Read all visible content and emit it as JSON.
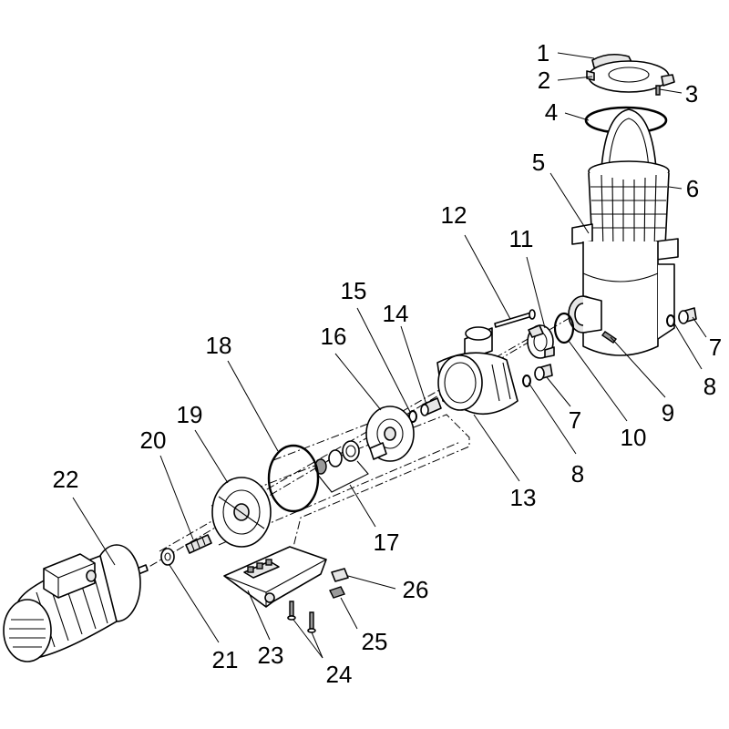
{
  "diagram": {
    "colors": {
      "line": "#000000",
      "fill": "#ffffff",
      "shade": "#e6e6e6",
      "dark": "#9a9a9a"
    },
    "callouts": [
      {
        "id": "c1",
        "label": "1"
      },
      {
        "id": "c2",
        "label": "2"
      },
      {
        "id": "c3",
        "label": "3"
      },
      {
        "id": "c4",
        "label": "4"
      },
      {
        "id": "c5",
        "label": "5"
      },
      {
        "id": "c6",
        "label": "6"
      },
      {
        "id": "c7a",
        "label": "7"
      },
      {
        "id": "c8a",
        "label": "8"
      },
      {
        "id": "c9",
        "label": "9"
      },
      {
        "id": "c10",
        "label": "10"
      },
      {
        "id": "c11",
        "label": "11"
      },
      {
        "id": "c12",
        "label": "12"
      },
      {
        "id": "c7b",
        "label": "7"
      },
      {
        "id": "c8b",
        "label": "8"
      },
      {
        "id": "c13",
        "label": "13"
      },
      {
        "id": "c14",
        "label": "14"
      },
      {
        "id": "c15",
        "label": "15"
      },
      {
        "id": "c16",
        "label": "16"
      },
      {
        "id": "c17",
        "label": "17"
      },
      {
        "id": "c18",
        "label": "18"
      },
      {
        "id": "c19",
        "label": "19"
      },
      {
        "id": "c20",
        "label": "20"
      },
      {
        "id": "c21",
        "label": "21"
      },
      {
        "id": "c22",
        "label": "22"
      },
      {
        "id": "c23",
        "label": "23"
      },
      {
        "id": "c24",
        "label": "24"
      },
      {
        "id": "c25",
        "label": "25"
      },
      {
        "id": "c26",
        "label": "26"
      }
    ]
  }
}
